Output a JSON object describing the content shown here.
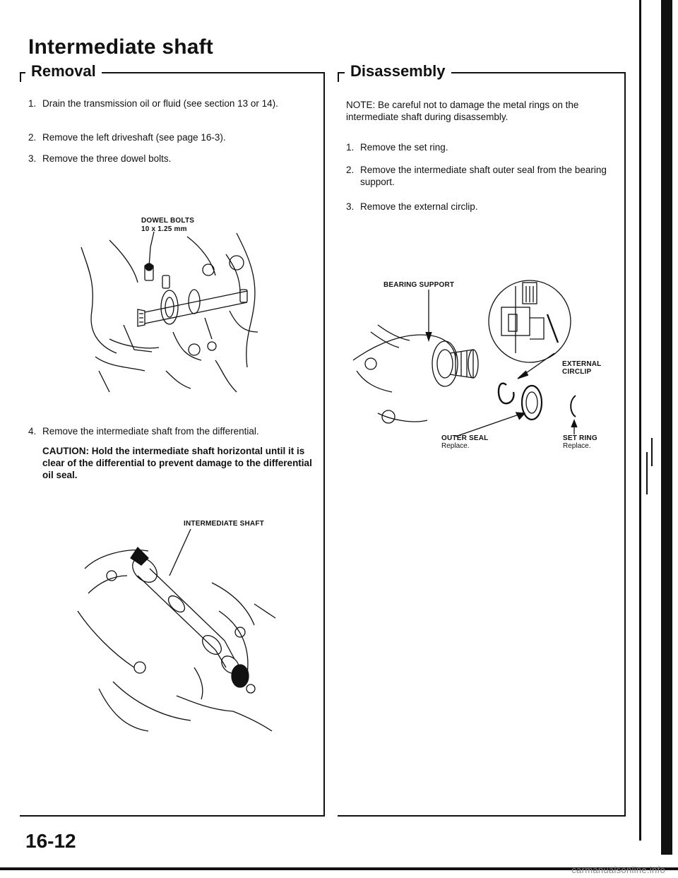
{
  "title": "Intermediate shaft",
  "removal": {
    "heading": "Removal",
    "steps": [
      {
        "num": "1.",
        "text": "Drain the transmission oil or fluid (see section 13 or 14)."
      },
      {
        "num": "2.",
        "text": "Remove the left driveshaft (see page 16-3)."
      },
      {
        "num": "3.",
        "text": "Remove the three dowel bolts."
      },
      {
        "num": "4.",
        "text": "Remove the intermediate shaft from the differential."
      }
    ],
    "caution": "CAUTION: Hold the intermediate shaft horizontal until it is clear of the differential to prevent damage to the differential oil seal.",
    "fig1": {
      "label": "DOWEL BOLTS",
      "spec": "10 x 1.25 mm"
    },
    "fig2": {
      "label": "INTERMEDIATE SHAFT"
    }
  },
  "disassembly": {
    "heading": "Disassembly",
    "note": "NOTE: Be careful not to damage the metal rings on the intermediate shaft during disassembly.",
    "steps": [
      {
        "num": "1.",
        "text": "Remove the set ring."
      },
      {
        "num": "2.",
        "text": "Remove the intermediate shaft outer seal from the bearing support."
      },
      {
        "num": "3.",
        "text": "Remove the external circlip."
      }
    ],
    "fig": {
      "bearing_support": "BEARING SUPPORT",
      "external_circlip_1": "EXTERNAL",
      "external_circlip_2": "CIRCLIP",
      "outer_seal": "OUTER SEAL",
      "outer_seal_sub": "Replace.",
      "set_ring": "SET RING",
      "set_ring_sub": "Replace."
    }
  },
  "page_number": "16-12",
  "watermark": "carmanualsonline.info"
}
